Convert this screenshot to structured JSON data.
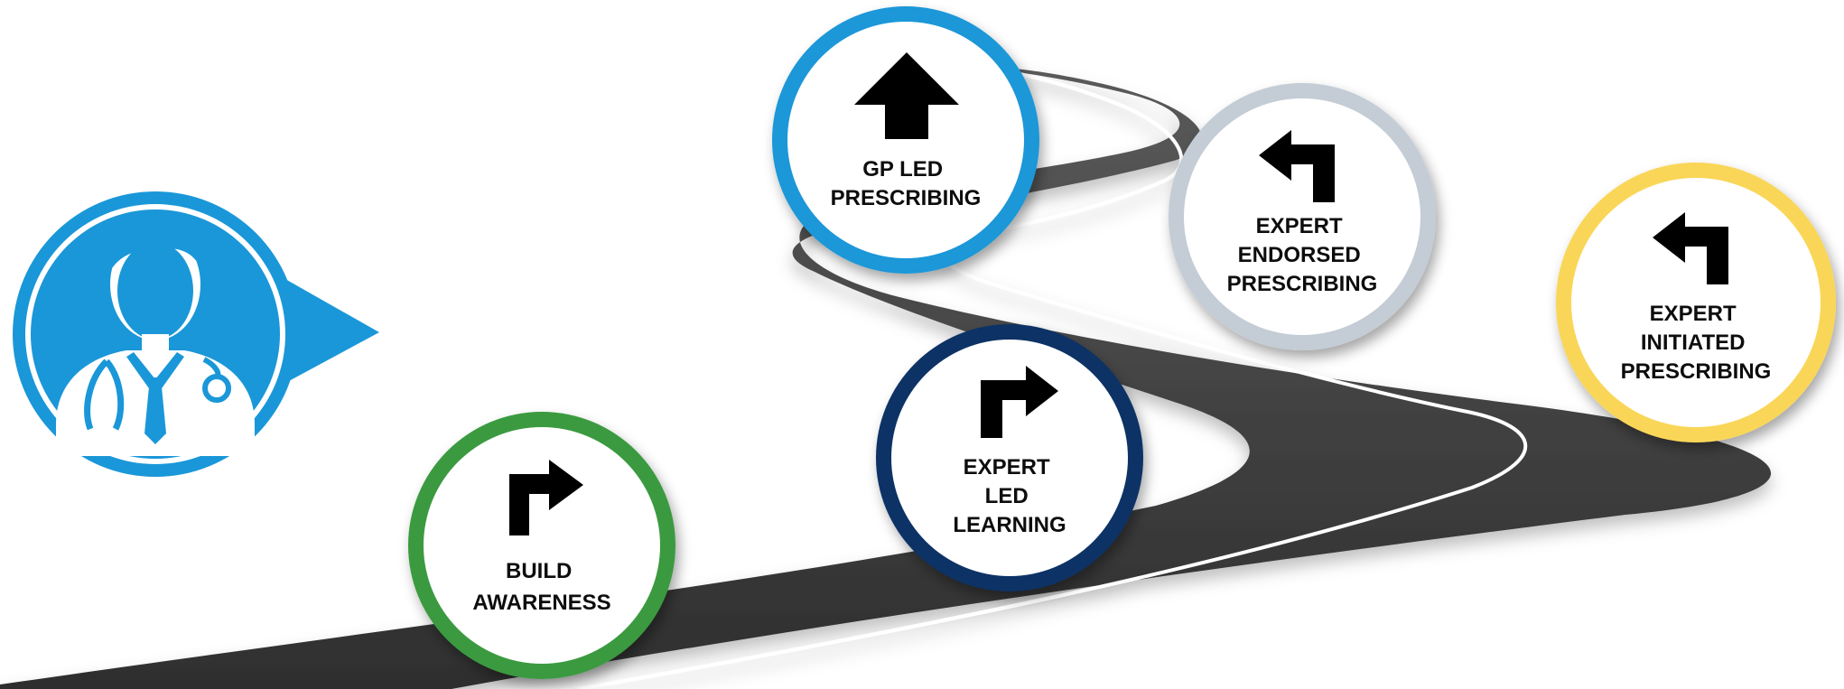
{
  "colors": {
    "road": "#3f3f3f",
    "road_edge": "#2a2a2a",
    "lane_marking": "#ffffff",
    "doctor_bubble": "#1a97d8",
    "arrow": "#000000",
    "circle_fill": "#ffffff"
  },
  "doctor": {
    "icon": "doctor-icon"
  },
  "steps": [
    {
      "id": "build-awareness",
      "lines": [
        "BUILD",
        "AWARENESS"
      ],
      "border_color": "#3b9a3f",
      "arrow": "turn-right-arrow-icon"
    },
    {
      "id": "expert-led-learning",
      "lines": [
        "EXPERT",
        "LED",
        "LEARNING"
      ],
      "border_color": "#0d3365",
      "arrow": "turn-right-arrow-icon"
    },
    {
      "id": "gp-led-prescribing",
      "lines": [
        "GP LED",
        "PRESCRIBING"
      ],
      "border_color": "#1a97d8",
      "arrow": "up-arrow-icon"
    },
    {
      "id": "expert-endorsed-prescribing",
      "lines": [
        "EXPERT",
        "ENDORSED",
        "PRESCRIBING"
      ],
      "border_color": "#c4ccd5",
      "arrow": "turn-left-arrow-icon"
    },
    {
      "id": "expert-initiated-prescribing",
      "lines": [
        "EXPERT",
        "INITIATED",
        "PRESCRIBING"
      ],
      "border_color": "#fad659",
      "arrow": "turn-left-arrow-icon"
    }
  ]
}
